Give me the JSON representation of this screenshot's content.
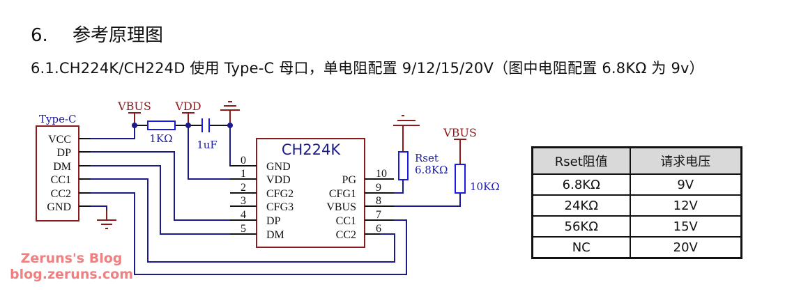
{
  "heading": {
    "number": "6.",
    "title": "参考原理图"
  },
  "subheading": "6.1.CH224K/CH224D 使用 Type-C 母口，单电阻配置 9/12/15/20V（图中电阻配置 6.8KΩ 为 9v）",
  "schematic": {
    "typec": {
      "title": "Type-C",
      "pins": [
        "VCC",
        "DP",
        "DM",
        "CC1",
        "CC2",
        "GND"
      ]
    },
    "chip": {
      "title": "CH224K",
      "left_pins": [
        {
          "num": "0",
          "name": "GND"
        },
        {
          "num": "1",
          "name": "VDD"
        },
        {
          "num": "2",
          "name": "CFG2"
        },
        {
          "num": "3",
          "name": "CFG3"
        },
        {
          "num": "4",
          "name": "DP"
        },
        {
          "num": "5",
          "name": "DM"
        }
      ],
      "right_pins": [
        {
          "num": "10",
          "name": "PG"
        },
        {
          "num": "9",
          "name": "CFG1"
        },
        {
          "num": "8",
          "name": "VBUS"
        },
        {
          "num": "7",
          "name": "CC1"
        },
        {
          "num": "6",
          "name": "CC2"
        }
      ]
    },
    "net_labels": {
      "vbus_left": "VBUS",
      "vdd": "VDD",
      "vbus_right": "VBUS"
    },
    "components": {
      "r1": "1KΩ",
      "c1": "1uF",
      "rset_name": "Rset",
      "rset_value": "6.8KΩ",
      "r_pullup": "10KΩ"
    }
  },
  "table": {
    "headers": [
      "Rset阻值",
      "请求电压"
    ],
    "rows": [
      [
        "6.8KΩ",
        "9V"
      ],
      [
        "24KΩ",
        "12V"
      ],
      [
        "56KΩ",
        "15V"
      ],
      [
        "NC",
        "20V"
      ]
    ]
  },
  "watermark": {
    "line1": "Zeruns's Blog",
    "line2": "blog.zeruns.com"
  },
  "colors": {
    "wire": "#1a1a8a",
    "power": "#8b1a1a",
    "component": "#1a1ae0",
    "watermark": "#f08080"
  }
}
